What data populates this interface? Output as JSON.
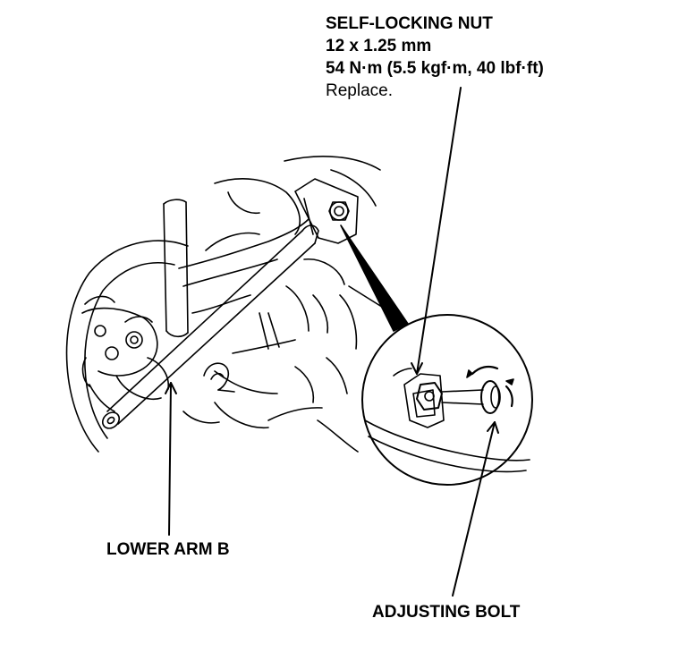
{
  "callouts": {
    "self_locking_nut": {
      "title": "SELF-LOCKING NUT",
      "size": "12 x 1.25 mm",
      "torque": "54 N·m (5.5 kgf·m, 40 lbf·ft)",
      "note": "Replace."
    },
    "lower_arm": "LOWER ARM B",
    "adjusting_bolt": "ADJUSTING BOLT"
  },
  "style": {
    "ink": "#000000",
    "paper": "#ffffff"
  }
}
